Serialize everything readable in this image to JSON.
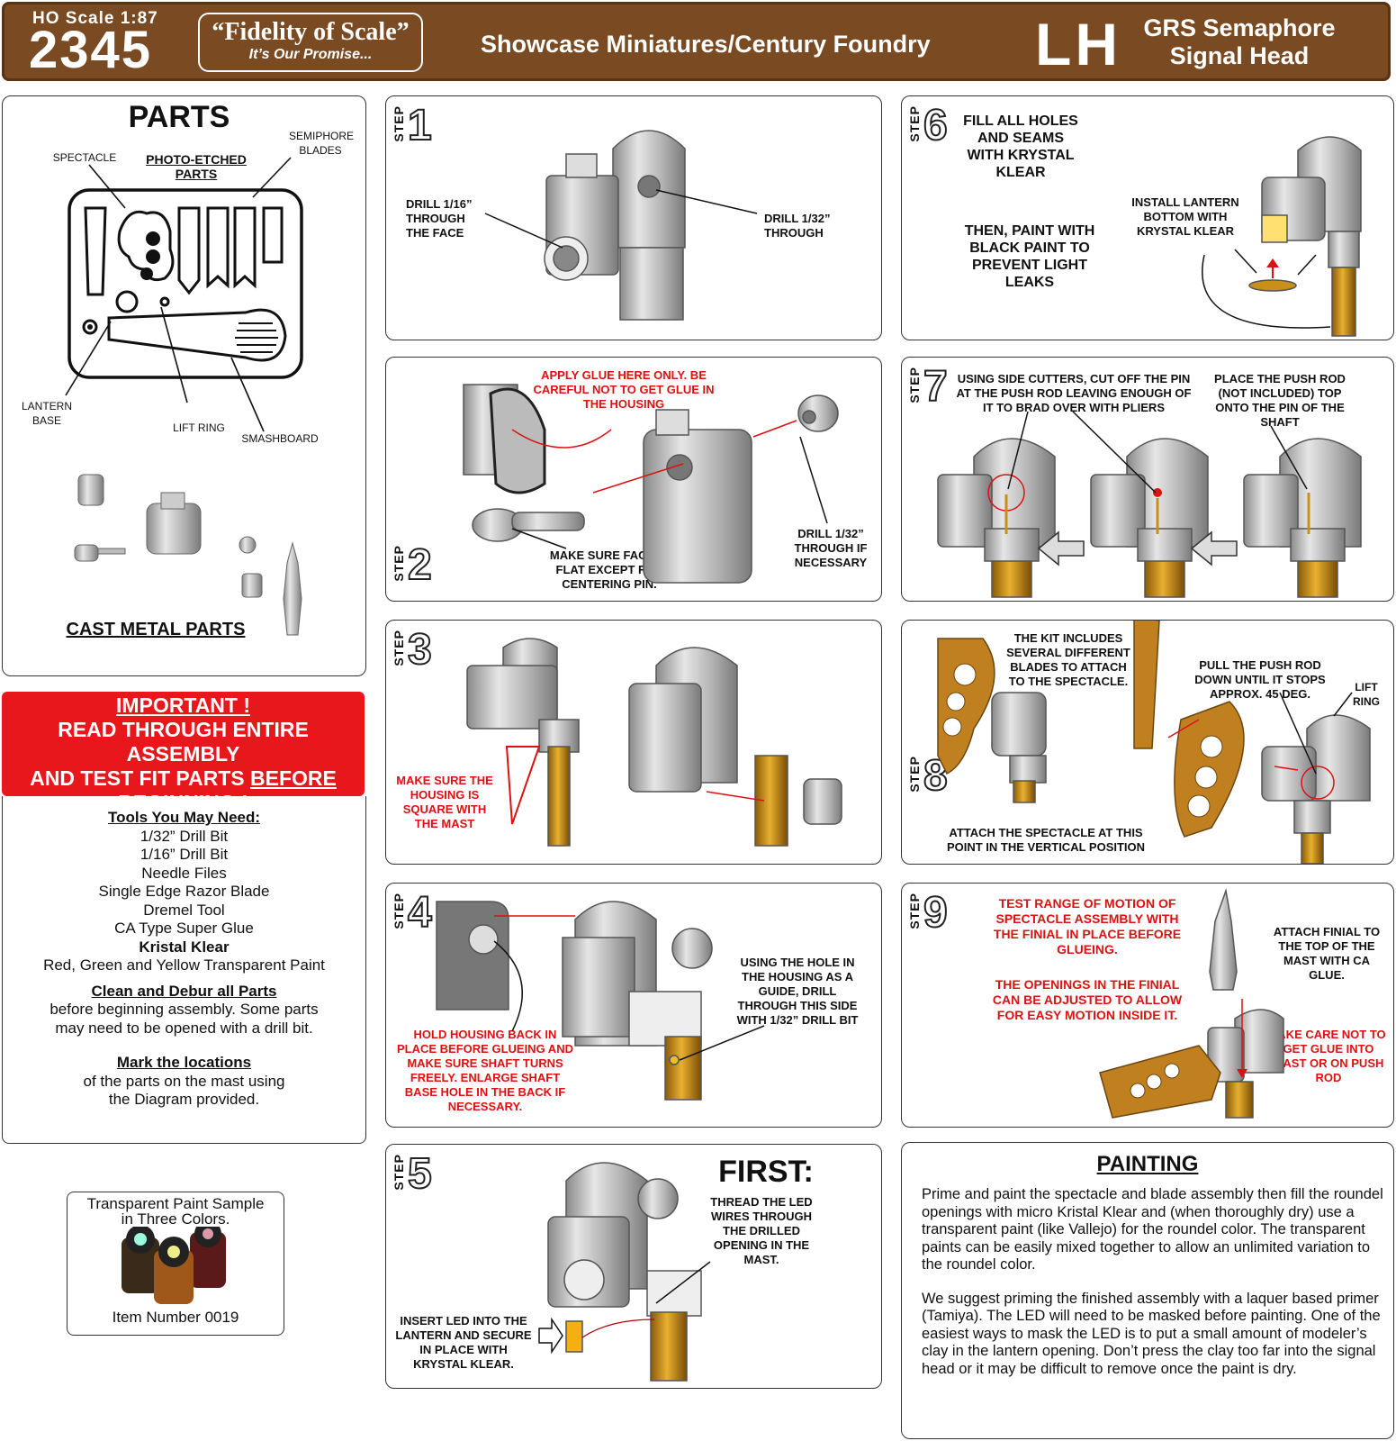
{
  "header": {
    "scale": "HO  Scale 1:87",
    "item_number": "2345",
    "motto_main": "“Fidelity of Scale”",
    "motto_sub": "It’s Our Promise...",
    "brand": "Showcase Miniatures/Century Foundry",
    "side": "LH",
    "title_line1": "GRS Semaphore",
    "title_line2": "Signal Head"
  },
  "parts": {
    "title": "PARTS",
    "photo_etched": "PHOTO-ETCHED PARTS",
    "spectacle": "SPECTACLE",
    "semaphore_blades": "SEMIPHORE BLADES",
    "lantern_base": "LANTERN BASE",
    "lift_ring": "LIFT RING",
    "smashboard": "SMASHBOARD",
    "cast_metal": "CAST METAL PARTS"
  },
  "important": {
    "line1": "IMPORTANT !",
    "line2": "READ THROUGH ENTIRE ASSEMBLY",
    "line3_a": "AND TEST FIT PARTS ",
    "line3_b": "BEFORE",
    "line4": "BEGINNING !"
  },
  "tools": {
    "heading": "Tools You May Need:",
    "items": [
      "1/32” Drill Bit",
      "1/16” Drill Bit",
      "Needle Files",
      "Single Edge Razor Blade",
      "Dremel Tool",
      "CA Type Super Glue",
      "Kristal Klear",
      "Red, Green and Yellow Transparent Paint"
    ],
    "clean_heading": "Clean and Debur all Parts",
    "clean_text": "before beginning assembly. Some parts may need to be opened with a drill bit.",
    "mark_heading": "Mark the locations",
    "mark_text": "of the parts on the mast using the Diagram provided."
  },
  "paint_sample": {
    "line1": "Transparent Paint Sample",
    "line2": "in Three Colors.",
    "item": "Item Number 0019"
  },
  "steps": {
    "word": "STEP",
    "s1": {
      "n": "1",
      "left": "DRILL 1/16” THROUGH THE FACE",
      "right": "DRILL 1/32” THROUGH"
    },
    "s2": {
      "n": "2",
      "glue": "APPLY GLUE HERE ONLY. BE CAREFUL NOT TO GET GLUE IN THE HOUSING",
      "face": "MAKE SURE FACE IS FLAT EXCEPT FOR CENTERING PIN.",
      "drill": "DRILL 1/32” THROUGH IF NECESSARY"
    },
    "s3": {
      "n": "3",
      "square": "MAKE SURE THE HOUSING IS SQUARE WITH THE MAST"
    },
    "s4": {
      "n": "4",
      "hold": "HOLD HOUSING BACK IN PLACE BEFORE GLUEING AND MAKE SURE SHAFT TURNS FREELY. ENLARGE SHAFT BASE HOLE IN THE BACK IF NECESSARY.",
      "guide": "USING THE HOLE IN THE HOUSING AS A GUIDE, DRILL THROUGH THIS SIDE WITH 1/32” DRILL BIT"
    },
    "s5": {
      "n": "5",
      "first": "FIRST:",
      "thread": "THREAD THE LED WIRES THROUGH THE DRILLED OPENING IN THE MAST.",
      "insert": "INSERT LED INTO THE LANTERN AND SECURE IN PLACE WITH KRYSTAL KLEAR."
    },
    "s6": {
      "n": "6",
      "fill": "FILL ALL HOLES AND SEAMS WITH KRYSTAL KLEAR",
      "paint": "THEN, PAINT WITH BLACK PAINT TO PREVENT LIGHT LEAKS",
      "install": "INSTALL LANTERN BOTTOM WITH KRYSTAL KLEAR"
    },
    "s7": {
      "n": "7",
      "cut": "USING SIDE CUTTERS, CUT OFF THE PIN AT THE PUSH ROD LEAVING ENOUGH OF IT TO  BRAD OVER WITH PLIERS",
      "place": "PLACE THE PUSH ROD (NOT INCLUDED) TOP ONTO THE PIN OF THE SHAFT"
    },
    "s8": {
      "n": "8",
      "kit": "THE KIT INCLUDES SEVERAL DIFFERENT BLADES TO ATTACH TO THE SPECTACLE.",
      "pull": "PULL THE PUSH ROD DOWN UNTIL IT STOPS APPROX. 45 DEG.",
      "lift": "LIFT RING",
      "attach": "ATTACH THE  SPECTACLE AT THIS POINT IN THE VERTICAL POSITION"
    },
    "s9": {
      "n": "9",
      "test": "TEST RANGE OF MOTION OF SPECTACLE ASSEMBLY WITH THE FINIAL IN PLACE BEFORE GLUEING.",
      "openings": "THE OPENINGS IN THE FINIAL CAN BE ADJUSTED TO ALLOW FOR EASY MOTION INSIDE IT.",
      "attach": "ATTACH FINIAL TO THE TOP OF THE MAST WITH CA GLUE.",
      "care": "TAKE CARE NOT TO GET GLUE INTO MAST OR ON PUSH ROD"
    }
  },
  "painting": {
    "title": "PAINTING",
    "p1": "Prime and paint the spectacle and blade assembly then fill the roundel openings with micro Kristal Klear and (when thoroughly dry) use a transparent paint (like Vallejo) for the roundel color.  The transparent paints can be easily mixed together to allow an unlimited variation to the roundel color.",
    "p2": "We suggest priming the finished assembly with a laquer based primer (Tamiya). The LED will need to be masked before painting.  One of the easiest ways to mask the LED is to put a small amount of modeler’s clay in the lantern opening. Don’t press the clay too far into the signal head or it may be difficult to remove once the paint is dry."
  },
  "colors": {
    "header_brown": "#7a4a22",
    "warning_red": "#e8171b",
    "text_red": "#d11111",
    "brass": "#c8901a",
    "metal": "#b9b9b9"
  }
}
